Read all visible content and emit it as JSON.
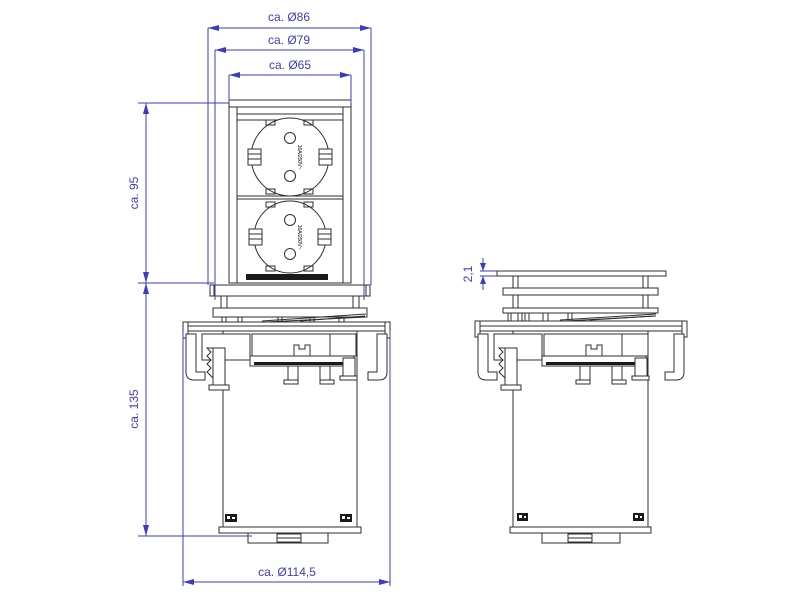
{
  "drawing": {
    "background_color": "#ffffff",
    "line_color": "#2f2f2f",
    "dimension_color": "#3b3bc4",
    "dimensions": {
      "dia_lid": "ca. Ø86",
      "dia_ring": "ca. Ø79",
      "dia_tower": "ca. Ø65",
      "height_extended": "ca. 95",
      "height_body": "ca. 135",
      "dia_flange": "ca. Ø114,5",
      "lid_thickness": "2,1"
    },
    "socket": {
      "rating_label": "16A/250V~"
    }
  }
}
